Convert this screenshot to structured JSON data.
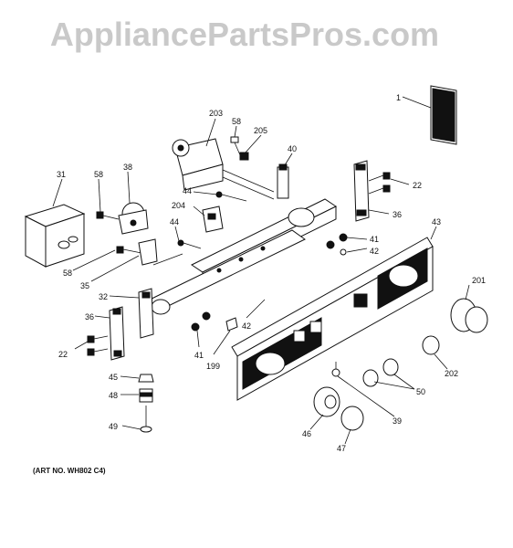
{
  "watermark": "AppliancePartsPros.com",
  "art_number": "(ART NO. WH802 C4)",
  "callouts": [
    {
      "id": "c1",
      "label": "1"
    },
    {
      "id": "c203",
      "label": "203"
    },
    {
      "id": "c58a",
      "label": "58"
    },
    {
      "id": "c205",
      "label": "205"
    },
    {
      "id": "c40",
      "label": "40"
    },
    {
      "id": "c31",
      "label": "31"
    },
    {
      "id": "c58b",
      "label": "58"
    },
    {
      "id": "c38",
      "label": "38"
    },
    {
      "id": "c44a",
      "label": "44"
    },
    {
      "id": "c22a",
      "label": "22"
    },
    {
      "id": "c204",
      "label": "204"
    },
    {
      "id": "c36a",
      "label": "36"
    },
    {
      "id": "c43",
      "label": "43"
    },
    {
      "id": "c44b",
      "label": "44"
    },
    {
      "id": "c41a",
      "label": "41"
    },
    {
      "id": "c42a",
      "label": "42"
    },
    {
      "id": "c58c",
      "label": "58"
    },
    {
      "id": "c35",
      "label": "35"
    },
    {
      "id": "c201",
      "label": "201"
    },
    {
      "id": "c32",
      "label": "32"
    },
    {
      "id": "c36b",
      "label": "36"
    },
    {
      "id": "c42b",
      "label": "42"
    },
    {
      "id": "c22b",
      "label": "22"
    },
    {
      "id": "c41b",
      "label": "41"
    },
    {
      "id": "c199",
      "label": "199"
    },
    {
      "id": "c202",
      "label": "202"
    },
    {
      "id": "c45",
      "label": "45"
    },
    {
      "id": "c50",
      "label": "50"
    },
    {
      "id": "c48",
      "label": "48"
    },
    {
      "id": "c39",
      "label": "39"
    },
    {
      "id": "c46",
      "label": "46"
    },
    {
      "id": "c49",
      "label": "49"
    },
    {
      "id": "c47",
      "label": "47"
    }
  ]
}
